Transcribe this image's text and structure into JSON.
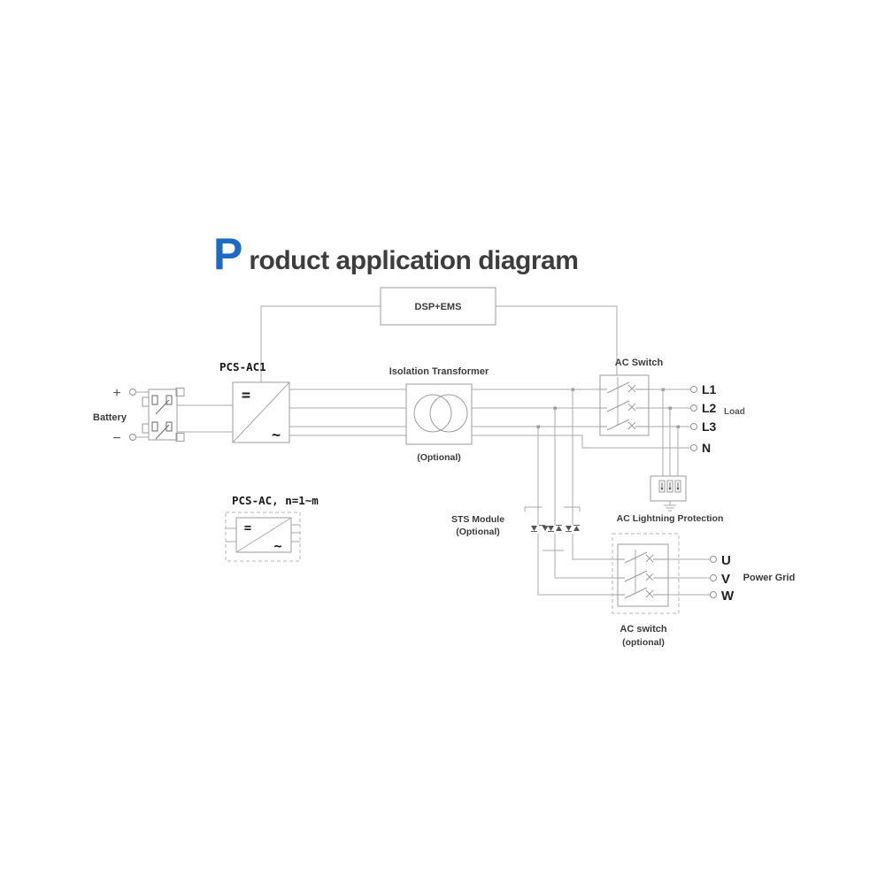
{
  "title": {
    "initial": "P",
    "rest": "roduct application diagram"
  },
  "colors": {
    "accent_blue": "#1b6bc5",
    "title_text": "#3d3d3d",
    "wire_gray": "#a8a8a8",
    "box_border": "#9b9b9b",
    "label_text": "#3b3b3b"
  },
  "blocks": {
    "dsp_ems": {
      "label": "DSP+EMS"
    },
    "battery": {
      "label": "Battery",
      "plus": "+",
      "minus": "−"
    },
    "pcs1": {
      "label": "PCS-AC1",
      "dc_symbol": "=",
      "ac_symbol": "~"
    },
    "pcs_n": {
      "label": "PCS-AC, n=1~m",
      "dc_symbol": "=",
      "ac_symbol": "~"
    },
    "transformer": {
      "label": "Isolation Transformer",
      "note": "(Optional)"
    },
    "ac_switch_top": {
      "label": "AC Switch"
    },
    "sts": {
      "label": "STS Module",
      "note": "(Optional)"
    },
    "lightning": {
      "label": "AC Lightning Protection"
    },
    "ac_switch_bottom": {
      "label": "AC switch",
      "note": "(optional)"
    },
    "load": {
      "label": "Load"
    },
    "power_grid": {
      "label": "Power Grid"
    }
  },
  "terminals": {
    "load": [
      "L1",
      "L2",
      "L3",
      "N"
    ],
    "grid": [
      "U",
      "V",
      "W"
    ]
  }
}
